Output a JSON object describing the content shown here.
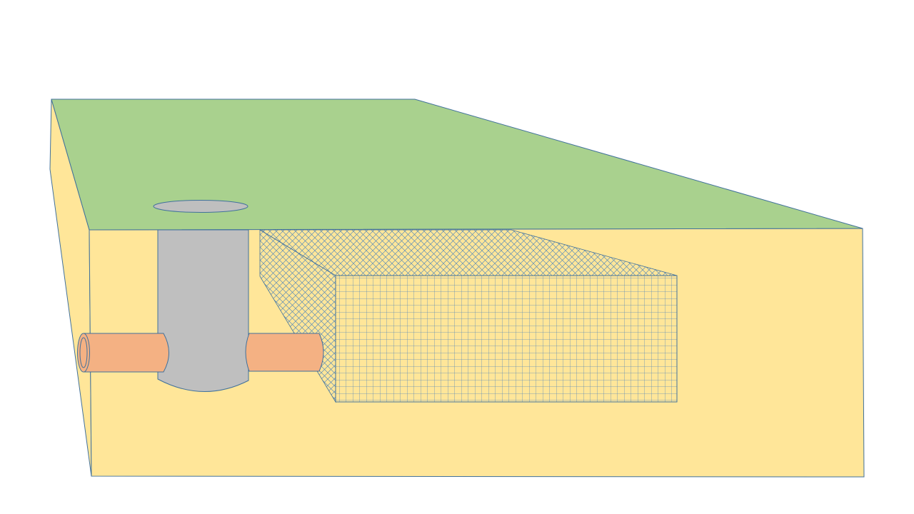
{
  "diagram": {
    "components": [
      "ground-surface",
      "soil-block",
      "manhole-chamber",
      "manhole-cover",
      "inlet-pipe",
      "outlet-pipe",
      "infiltration-crate",
      "gravel-surround"
    ],
    "colors": {
      "background": "#ffffff",
      "grass": "#a9d18e",
      "soil": "#ffe699",
      "concrete": "#bfbfbf",
      "pipe": "#f4b183",
      "outline": "#41719c",
      "hatch": "#5b8db8"
    },
    "icons": {
      "manhole_cover": "ellipse",
      "pipe": "cylinder"
    }
  }
}
